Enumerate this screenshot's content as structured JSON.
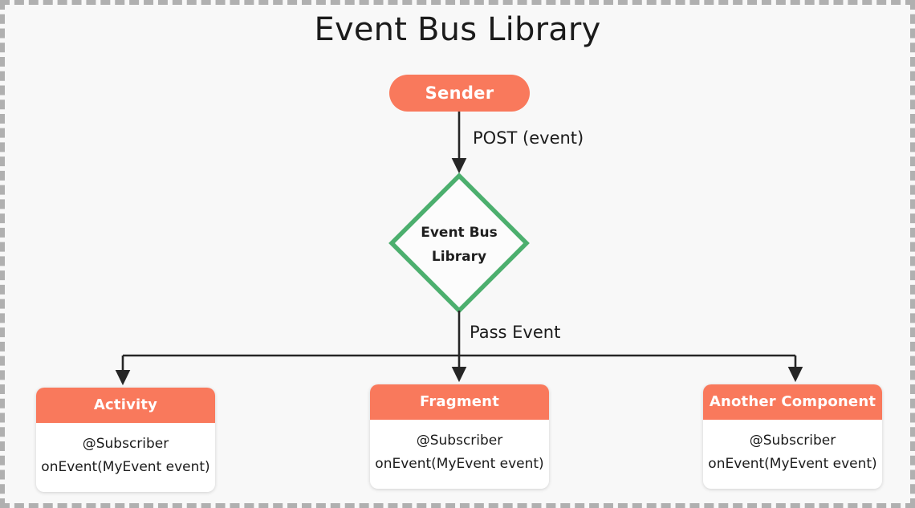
{
  "diagram": {
    "title": "Event Bus Library",
    "colors": {
      "accent": "#f9795c",
      "diamond_border": "#4caf6e",
      "background": "#f8f8f8",
      "frame_dash": "#b0b0b0",
      "edge": "#262626",
      "text": "#1b1b1b"
    }
  },
  "nodes": {
    "sender": {
      "label": "Sender"
    },
    "event_bus": {
      "label_line1": "Event Bus",
      "label_line2": "Library"
    },
    "subscribers": [
      {
        "title": "Activity",
        "body_line1": "@Subscriber",
        "body_line2": "onEvent(MyEvent event)"
      },
      {
        "title": "Fragment",
        "body_line1": "@Subscriber",
        "body_line2": "onEvent(MyEvent event)"
      },
      {
        "title": "Another Component",
        "body_line1": "@Subscriber",
        "body_line2": "onEvent(MyEvent event)"
      }
    ]
  },
  "edges": {
    "sender_to_bus": {
      "label": "POST (event)"
    },
    "bus_to_subscribers": {
      "label": "Pass Event"
    }
  }
}
